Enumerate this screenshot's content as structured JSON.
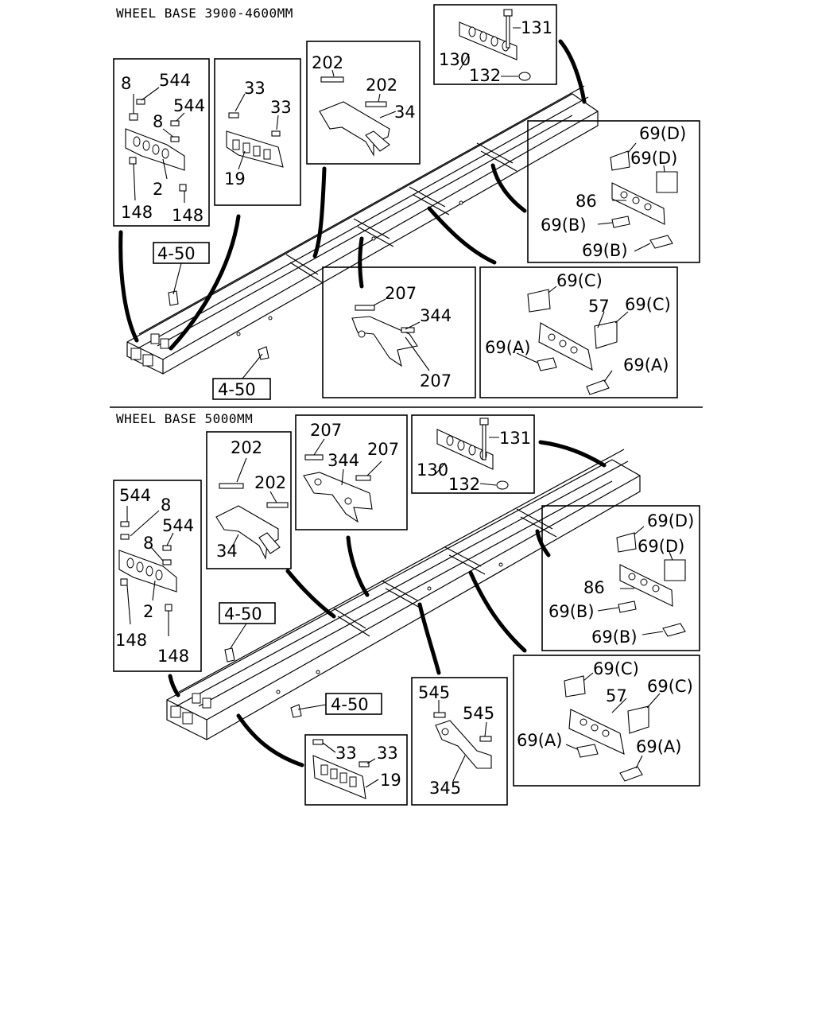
{
  "top": {
    "heading": "WHEEL BASE 3900-4600MM",
    "ref_a": "4-50",
    "ref_b": "4-50",
    "panel_front": {
      "p8a": "8",
      "p544a": "544",
      "p544b": "544",
      "p8b": "8",
      "p2": "2",
      "p148a": "148",
      "p148b": "148"
    },
    "panel_33": {
      "a": "33",
      "b": "33",
      "c": "19"
    },
    "panel_202": {
      "a": "202",
      "b": "202",
      "c": "34"
    },
    "panel_bolt": {
      "a": "131",
      "b": "130",
      "c": "132"
    },
    "panel_86": {
      "a": "69(D)",
      "b": "69(D)",
      "c": "86",
      "d": "69(B)",
      "e": "69(B)"
    },
    "panel_207": {
      "a": "207",
      "b": "344",
      "c": "207"
    },
    "panel_57": {
      "a": "69(C)",
      "b": "57",
      "c": "69(C)",
      "d": "69(A)",
      "e": "69(A)"
    }
  },
  "bottom": {
    "heading": "WHEEL BASE 5000MM",
    "ref_a": "4-50",
    "ref_b": "4-50",
    "panel_front": {
      "p544a": "544",
      "p8a": "8",
      "p544b": "544",
      "p8b": "8",
      "p2": "2",
      "p148a": "148",
      "p148b": "148"
    },
    "panel_202": {
      "a": "202",
      "b": "202",
      "c": "34"
    },
    "panel_207": {
      "a": "207",
      "b": "207",
      "c": "344"
    },
    "panel_bolt": {
      "a": "131",
      "b": "130",
      "c": "132"
    },
    "panel_86": {
      "a": "69(D)",
      "b": "69(D)",
      "c": "86",
      "d": "69(B)",
      "e": "69(B)"
    },
    "panel_57": {
      "a": "69(C)",
      "b": "57",
      "c": "69(C)",
      "d": "69(A)",
      "e": "69(A)"
    },
    "panel_545": {
      "a": "545",
      "b": "545",
      "c": "345"
    },
    "panel_33": {
      "a": "33",
      "b": "33",
      "c": "19"
    }
  }
}
